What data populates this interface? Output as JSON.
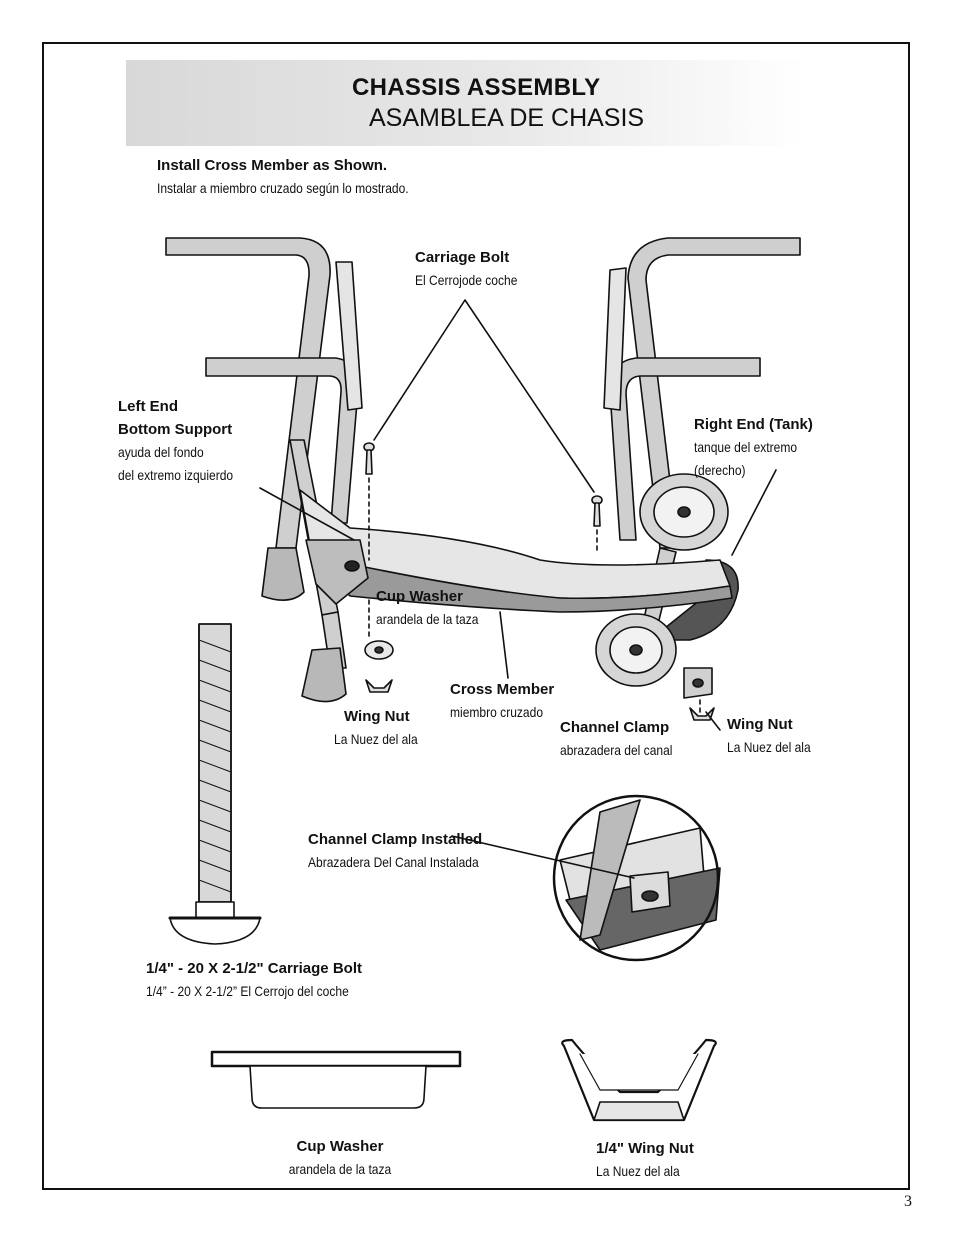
{
  "header": {
    "title_en": "CHASSIS ASSEMBLY",
    "title_es": "ASAMBLEA DE CHASIS"
  },
  "instruction": {
    "en": "Install Cross Member as Shown.",
    "es": "Instalar a miembro cruzado según lo mostrado."
  },
  "labels": {
    "carriage_bolt": {
      "en": "Carriage Bolt",
      "es": "El Cerrojode coche"
    },
    "left_end": {
      "en1": "Left End",
      "en2": "Bottom Support",
      "es1": "ayuda del fondo",
      "es2": "del extremo izquierdo"
    },
    "right_end": {
      "en": "Right End (Tank)",
      "es1": "tanque del extremo",
      "es2": "(derecho)"
    },
    "cup_washer": {
      "en": "Cup Washer",
      "es": "arandela de la taza"
    },
    "wing_nut_left": {
      "en": "Wing Nut",
      "es": "La Nuez del ala"
    },
    "cross_member": {
      "en": "Cross Member",
      "es": "miembro cruzado"
    },
    "channel_clamp": {
      "en": "Channel Clamp",
      "es": "abrazadera del canal"
    },
    "wing_nut_right": {
      "en": "Wing Nut",
      "es": "La Nuez del ala"
    },
    "channel_clamp_installed": {
      "en": "Channel Clamp Installed",
      "es": "Abrazadera Del Canal Instalada"
    },
    "bolt_spec": {
      "en": "1/4\" - 20 X 2-1/2\" Carriage Bolt",
      "es": "1/4” - 20 X 2-1/2” El Cerrojo del coche"
    },
    "cup_washer_bottom": {
      "en": "Cup Washer",
      "es": "arandela de la taza"
    },
    "wing_nut_bottom": {
      "en": "1/4\" Wing Nut",
      "es": "La Nuez del ala"
    }
  },
  "page_number": "3"
}
